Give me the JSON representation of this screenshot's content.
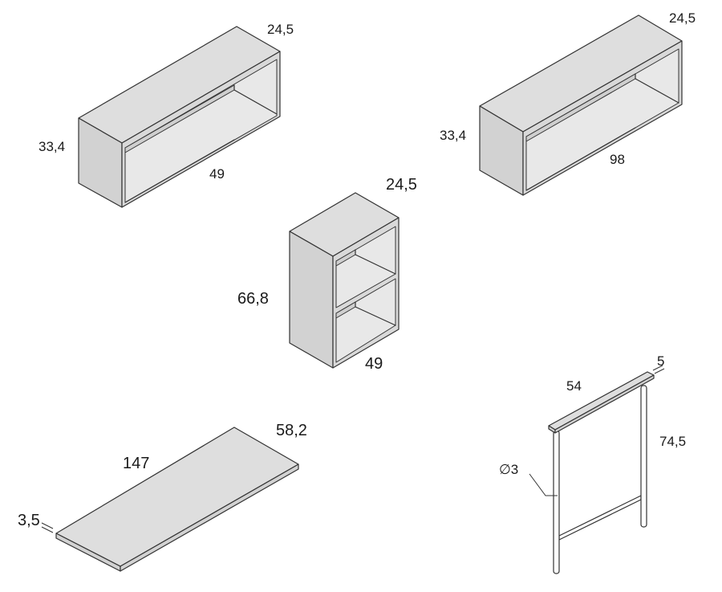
{
  "diagram": {
    "items": [
      {
        "id": "wall-shelf-small",
        "dimensions": {
          "height": "33,4",
          "width": "49",
          "depth": "24,5"
        }
      },
      {
        "id": "wall-shelf-large",
        "dimensions": {
          "height": "33,4",
          "width": "98",
          "depth": "24,5"
        }
      },
      {
        "id": "cube-bookcase",
        "dimensions": {
          "height": "66,8",
          "width": "49",
          "depth": "24,5"
        }
      },
      {
        "id": "table-top",
        "dimensions": {
          "length": "147",
          "depth": "58,2",
          "thickness": "3,5"
        }
      },
      {
        "id": "table-leg-frame",
        "dimensions": {
          "width": "54",
          "top_thickness": "5",
          "height": "74,5",
          "tube_diameter": "∅3"
        }
      }
    ]
  }
}
